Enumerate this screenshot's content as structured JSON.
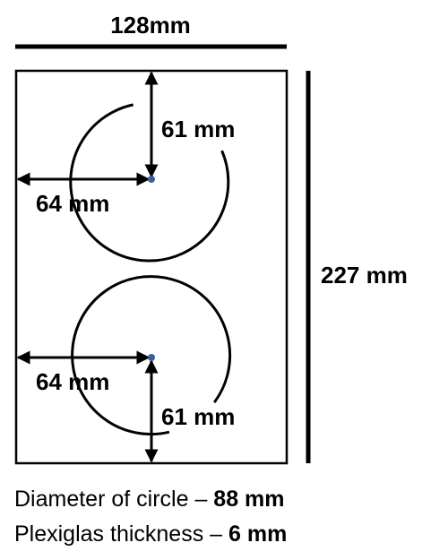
{
  "labels": {
    "width": "128mm",
    "height": "227 mm",
    "top_circle_vertical": "61 mm",
    "top_circle_horizontal": "64 mm",
    "bottom_circle_horizontal": "64 mm",
    "bottom_circle_vertical": "61 mm"
  },
  "specs": {
    "diameter_label": "Diameter of circle – ",
    "diameter_value": "88 mm",
    "thickness_label": "Plexiglas thickness – ",
    "thickness_value": "6 mm"
  },
  "colors": {
    "line": "#000000",
    "center_dot": "#3a5f9a"
  }
}
